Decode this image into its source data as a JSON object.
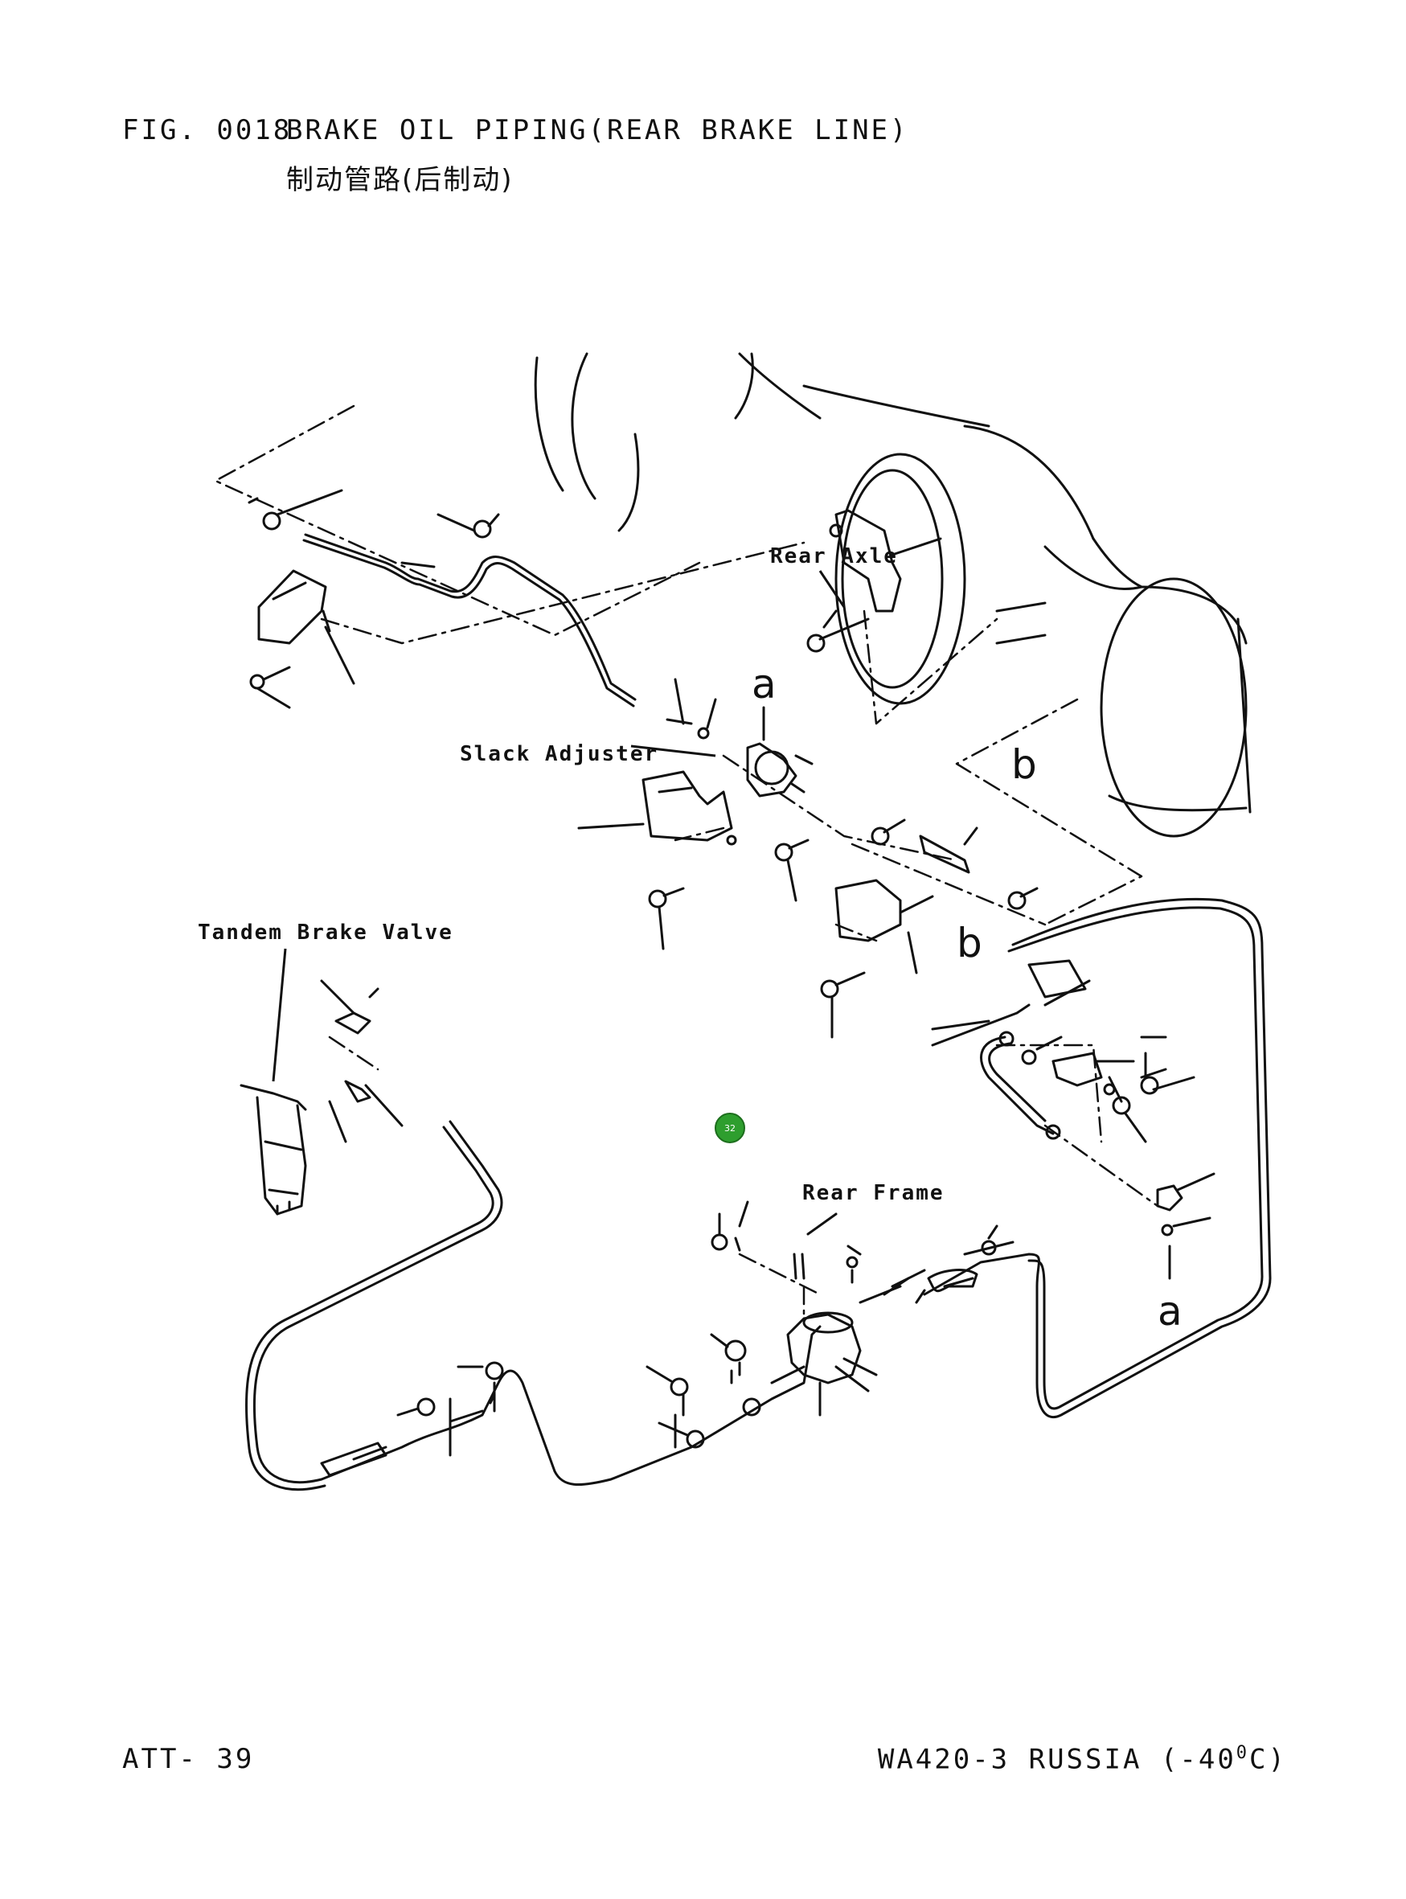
{
  "header": {
    "fig_no": "FIG. 0018",
    "title": "BRAKE OIL PIPING(REAR BRAKE LINE)",
    "title_cn": "制动管路(后制动)"
  },
  "labels": {
    "rear_axle": "Rear Axle",
    "slack_adjuster": "Slack Adjuster",
    "tandem_brake_valve": "Tandem Brake Valve",
    "rear_frame": "Rear Frame",
    "ref_a_top": "a",
    "ref_a_bottom": "a",
    "ref_b_right": "b",
    "ref_b_mid": "b"
  },
  "hotspot": {
    "number": "32",
    "color": "#2e9e2e"
  },
  "footer": {
    "page_ref": "ATT- 39",
    "model_ref_main": "WA420-3 RUSSIA (-40",
    "model_ref_sup": "0",
    "model_ref_end": "C)"
  },
  "colors": {
    "ink": "#111111",
    "background": "#ffffff",
    "hotspot": "#2e9e2e"
  }
}
